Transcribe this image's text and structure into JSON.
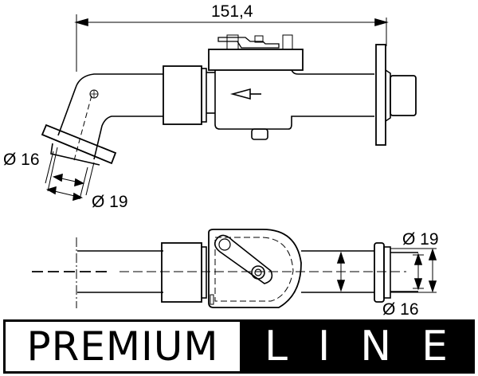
{
  "dimensions": {
    "overall_length": "151,4",
    "top_view_small_diameter": "Ø 16",
    "top_view_large_diameter": "Ø 19",
    "side_view_large_diameter": "Ø 19",
    "side_view_small_diameter": "Ø 16"
  },
  "banner": {
    "left_text": "PREMIUM",
    "right_letters": [
      "L",
      "I",
      "N",
      "E"
    ]
  }
}
